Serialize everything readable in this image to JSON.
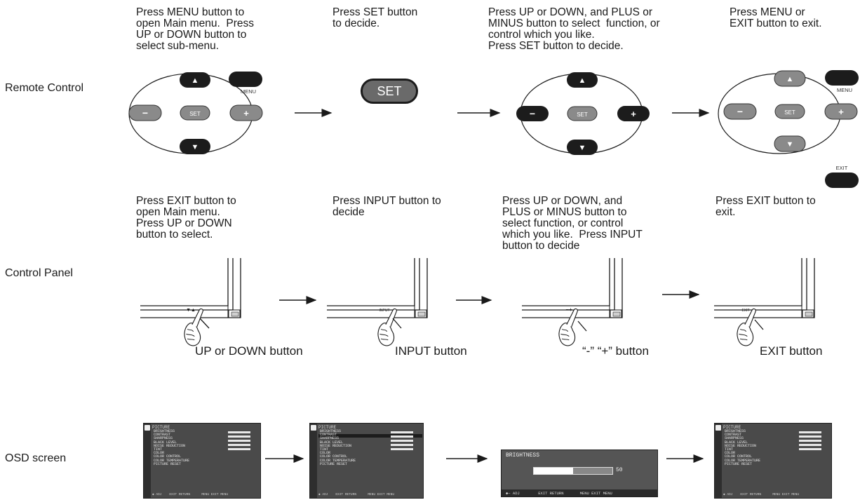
{
  "row_labels": {
    "remote": "Remote Control",
    "panel": "Control Panel",
    "osd": "OSD screen"
  },
  "remote_steps": {
    "step1": "Press MENU button to\nopen Main menu.  Press\nUP or DOWN button to\nselect sub-menu.",
    "step2": "Press SET button\nto decide.",
    "step3": "Press UP or DOWN, and PLUS or\nMINUS button to select  function, or\ncontrol which you like.\nPress SET button to decide.",
    "step4": "Press MENU or\nEXIT button to exit."
  },
  "panel_steps": {
    "step1": "Press EXIT button to\nopen Main menu.\nPress UP or DOWN\nbutton to select.",
    "step2": "Press INPUT button to\ndecide",
    "step3": "Press UP or DOWN, and\nPLUS or MINUS button to\nselect function, or control\nwhich you like.  Press INPUT\nbutton to decide",
    "step4": "Press EXIT button to\nexit."
  },
  "remote_buttons": {
    "up": "▲",
    "down": "▼",
    "minus": "−",
    "plus": "+",
    "set": "SET",
    "menu": "MENU",
    "exit": "EXIT"
  },
  "panel_markings": {
    "updown": "▼▲",
    "input": "INPUT",
    "minusplus": "−+",
    "exit": "EXIT"
  },
  "panel_captions": {
    "c1": "UP or DOWN button",
    "c2": "INPUT button",
    "c3": "“-” “+” button",
    "c4": "EXIT button"
  },
  "osd": {
    "title": "PICTURE",
    "items": "BRIGHTNESS\nCONTRAST\nSHARPNESS\nBLACK LEVEL\nNOISE REDUCTION\nTINT\nCOLOR\nCOLOR CONTROL\nCOLOR TEMPERATURE\nPICTURE RESET",
    "footer": "◆ ADJ    EXIT RETURN      MENU EXIT MENU",
    "brightness_title": "BRIGHTNESS",
    "brightness_value": "50",
    "brightness_level": 0.5,
    "brightness_footer": "◆− ADJ        EXIT RETURN       MENU EXIT MENU"
  }
}
